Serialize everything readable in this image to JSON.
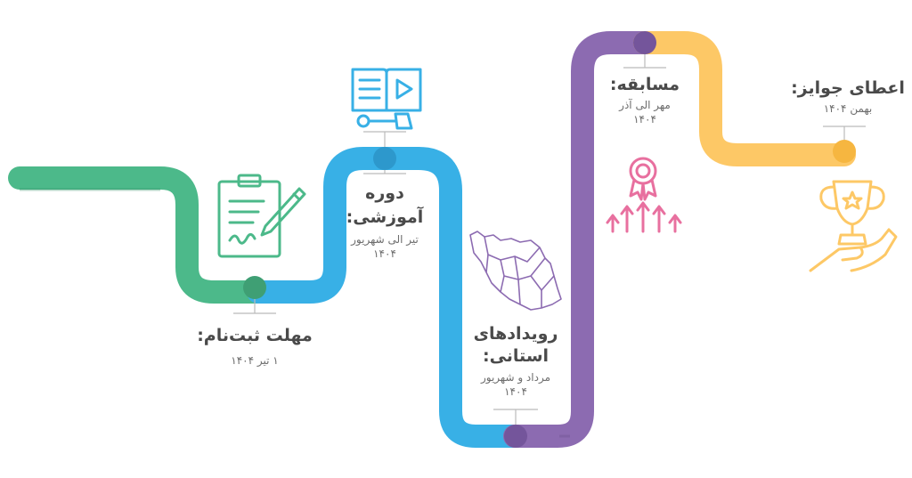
{
  "colors": {
    "green": "#4cb98a",
    "blue": "#38b0e6",
    "purple": "#8c6bb1",
    "yellow": "#fdc866",
    "pink": "#e8709f",
    "text": "#4a4a4a"
  },
  "milestones": [
    {
      "id": "registration",
      "title": "مهلت ثبت‌نام:",
      "date": "۱ تیر ۱۴۰۴",
      "icon": "clipboard-signature-icon",
      "color": "green"
    },
    {
      "id": "training",
      "title_line1": "دوره",
      "title_line2": "آموزشی:",
      "date_line1": "تیر الی شهریور",
      "date_line2": "۱۴۰۴",
      "icon": "online-course-book-icon",
      "color": "blue"
    },
    {
      "id": "provincial",
      "title_line1": "رویدادهای",
      "title_line2": "استانی:",
      "date_line1": "مرداد و شهریور",
      "date_line2": "۱۴۰۴",
      "icon": "iran-map-icon",
      "color": "purple"
    },
    {
      "id": "competition",
      "title": "مسابقه:",
      "date_line1": "مهر الی آذر",
      "date_line2": "۱۴۰۴",
      "icon": "award-growth-icon",
      "color": "pink"
    },
    {
      "id": "awards",
      "title": "اعطای جوایز:",
      "date": "بهمن ۱۴۰۴",
      "icon": "trophy-hand-icon",
      "color": "yellow"
    }
  ]
}
